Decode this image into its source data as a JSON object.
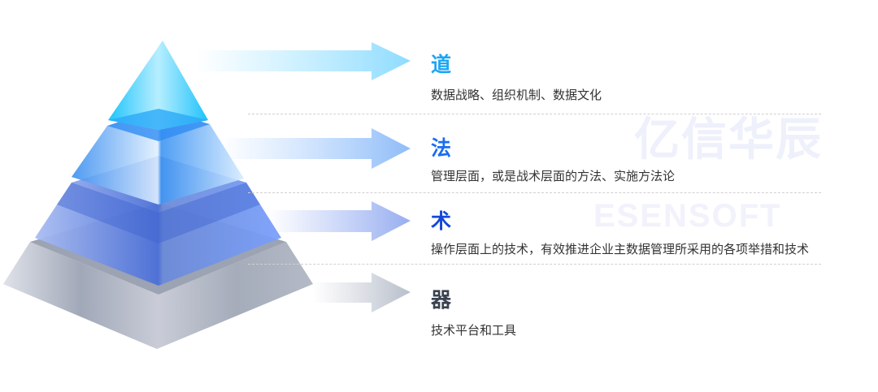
{
  "watermark": {
    "cn": "亿信华辰",
    "en": "ESENSOFT"
  },
  "levels": [
    {
      "title": "道",
      "desc": "数据战略、组织机制、数据文化",
      "color": "#1aa6f5"
    },
    {
      "title": "法",
      "desc": "管理层面，或是战术层面的方法、实施方法论",
      "color": "#1a6ef0"
    },
    {
      "title": "术",
      "desc": "操作层面上的技术，有效推进企业主数据管理所采用的各项举措和技术",
      "color": "#1347d6"
    },
    {
      "title": "器",
      "desc": "技术平台和工具",
      "color": "#3a4250"
    }
  ]
}
